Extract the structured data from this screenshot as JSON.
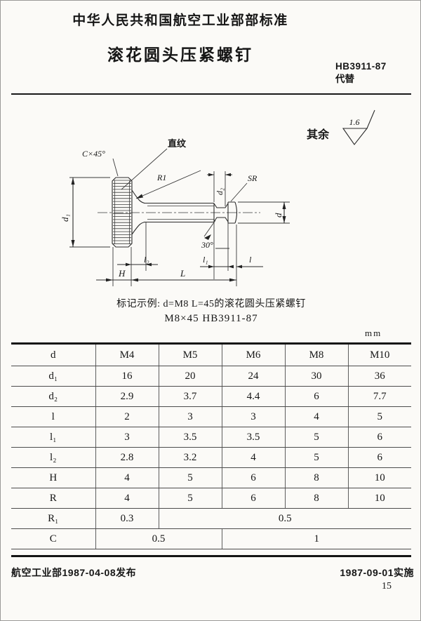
{
  "document": {
    "standard_org_line": "中华人民共和国航空工业部部标准",
    "title": "滚花圆头压紧螺钉",
    "standard_number": "HB3911-87",
    "replaces_label": "代替",
    "roughness_note": {
      "prefix": "其余",
      "value": "1.6"
    },
    "drawing_labels": {
      "chamfer": "C×45°",
      "knurl_type": "直纹",
      "fillet_radius": "R1",
      "head_diameter": "d₁",
      "neck_diameter": "d₂",
      "sphere_radius": "SR",
      "shank_diameter": "d",
      "neck_angle": "30°",
      "unthreaded_length": "l₂",
      "neck_length": "l₁",
      "tip_length": "l",
      "head_height": "H",
      "total_length": "L"
    },
    "designation_example_line1": "标记示例: d=M8  L=45的滚花圆头压紧螺钉",
    "designation_example_line2": "M8×45  HB3911-87",
    "unit_label": "mm",
    "footer": {
      "issued": "航空工业部1987-04-08发布",
      "effective": "1987-09-01实施",
      "page_number": "15"
    }
  },
  "table": {
    "header": [
      "d",
      "M4",
      "M5",
      "M6",
      "M8",
      "M10"
    ],
    "rows": [
      {
        "label": "d₁",
        "cells": [
          {
            "span": 1,
            "value": "16"
          },
          {
            "span": 1,
            "value": "20"
          },
          {
            "span": 1,
            "value": "24"
          },
          {
            "span": 1,
            "value": "30"
          },
          {
            "span": 1,
            "value": "36"
          }
        ]
      },
      {
        "label": "d₂",
        "cells": [
          {
            "span": 1,
            "value": "2.9"
          },
          {
            "span": 1,
            "value": "3.7"
          },
          {
            "span": 1,
            "value": "4.4"
          },
          {
            "span": 1,
            "value": "6"
          },
          {
            "span": 1,
            "value": "7.7"
          }
        ]
      },
      {
        "label": "l",
        "cells": [
          {
            "span": 1,
            "value": "2"
          },
          {
            "span": 1,
            "value": "3"
          },
          {
            "span": 1,
            "value": "3"
          },
          {
            "span": 1,
            "value": "4"
          },
          {
            "span": 1,
            "value": "5"
          }
        ]
      },
      {
        "label": "l₁",
        "cells": [
          {
            "span": 1,
            "value": "3"
          },
          {
            "span": 1,
            "value": "3.5"
          },
          {
            "span": 1,
            "value": "3.5"
          },
          {
            "span": 1,
            "value": "5"
          },
          {
            "span": 1,
            "value": "6"
          }
        ]
      },
      {
        "label": "l₂",
        "cells": [
          {
            "span": 1,
            "value": "2.8"
          },
          {
            "span": 1,
            "value": "3.2"
          },
          {
            "span": 1,
            "value": "4"
          },
          {
            "span": 1,
            "value": "5"
          },
          {
            "span": 1,
            "value": "6"
          }
        ]
      },
      {
        "label": "H",
        "cells": [
          {
            "span": 1,
            "value": "4"
          },
          {
            "span": 1,
            "value": "5"
          },
          {
            "span": 1,
            "value": "6"
          },
          {
            "span": 1,
            "value": "8"
          },
          {
            "span": 1,
            "value": "10"
          }
        ]
      },
      {
        "label": "R",
        "cells": [
          {
            "span": 1,
            "value": "4"
          },
          {
            "span": 1,
            "value": "5"
          },
          {
            "span": 1,
            "value": "6"
          },
          {
            "span": 1,
            "value": "8"
          },
          {
            "span": 1,
            "value": "10"
          }
        ]
      },
      {
        "label": "R₁",
        "cells": [
          {
            "span": 1,
            "value": "0.3"
          },
          {
            "span": 4,
            "value": "0.5"
          }
        ]
      },
      {
        "label": "C",
        "cells": [
          {
            "span": 2,
            "value": "0.5"
          },
          {
            "span": 3,
            "value": "1"
          }
        ]
      }
    ]
  }
}
